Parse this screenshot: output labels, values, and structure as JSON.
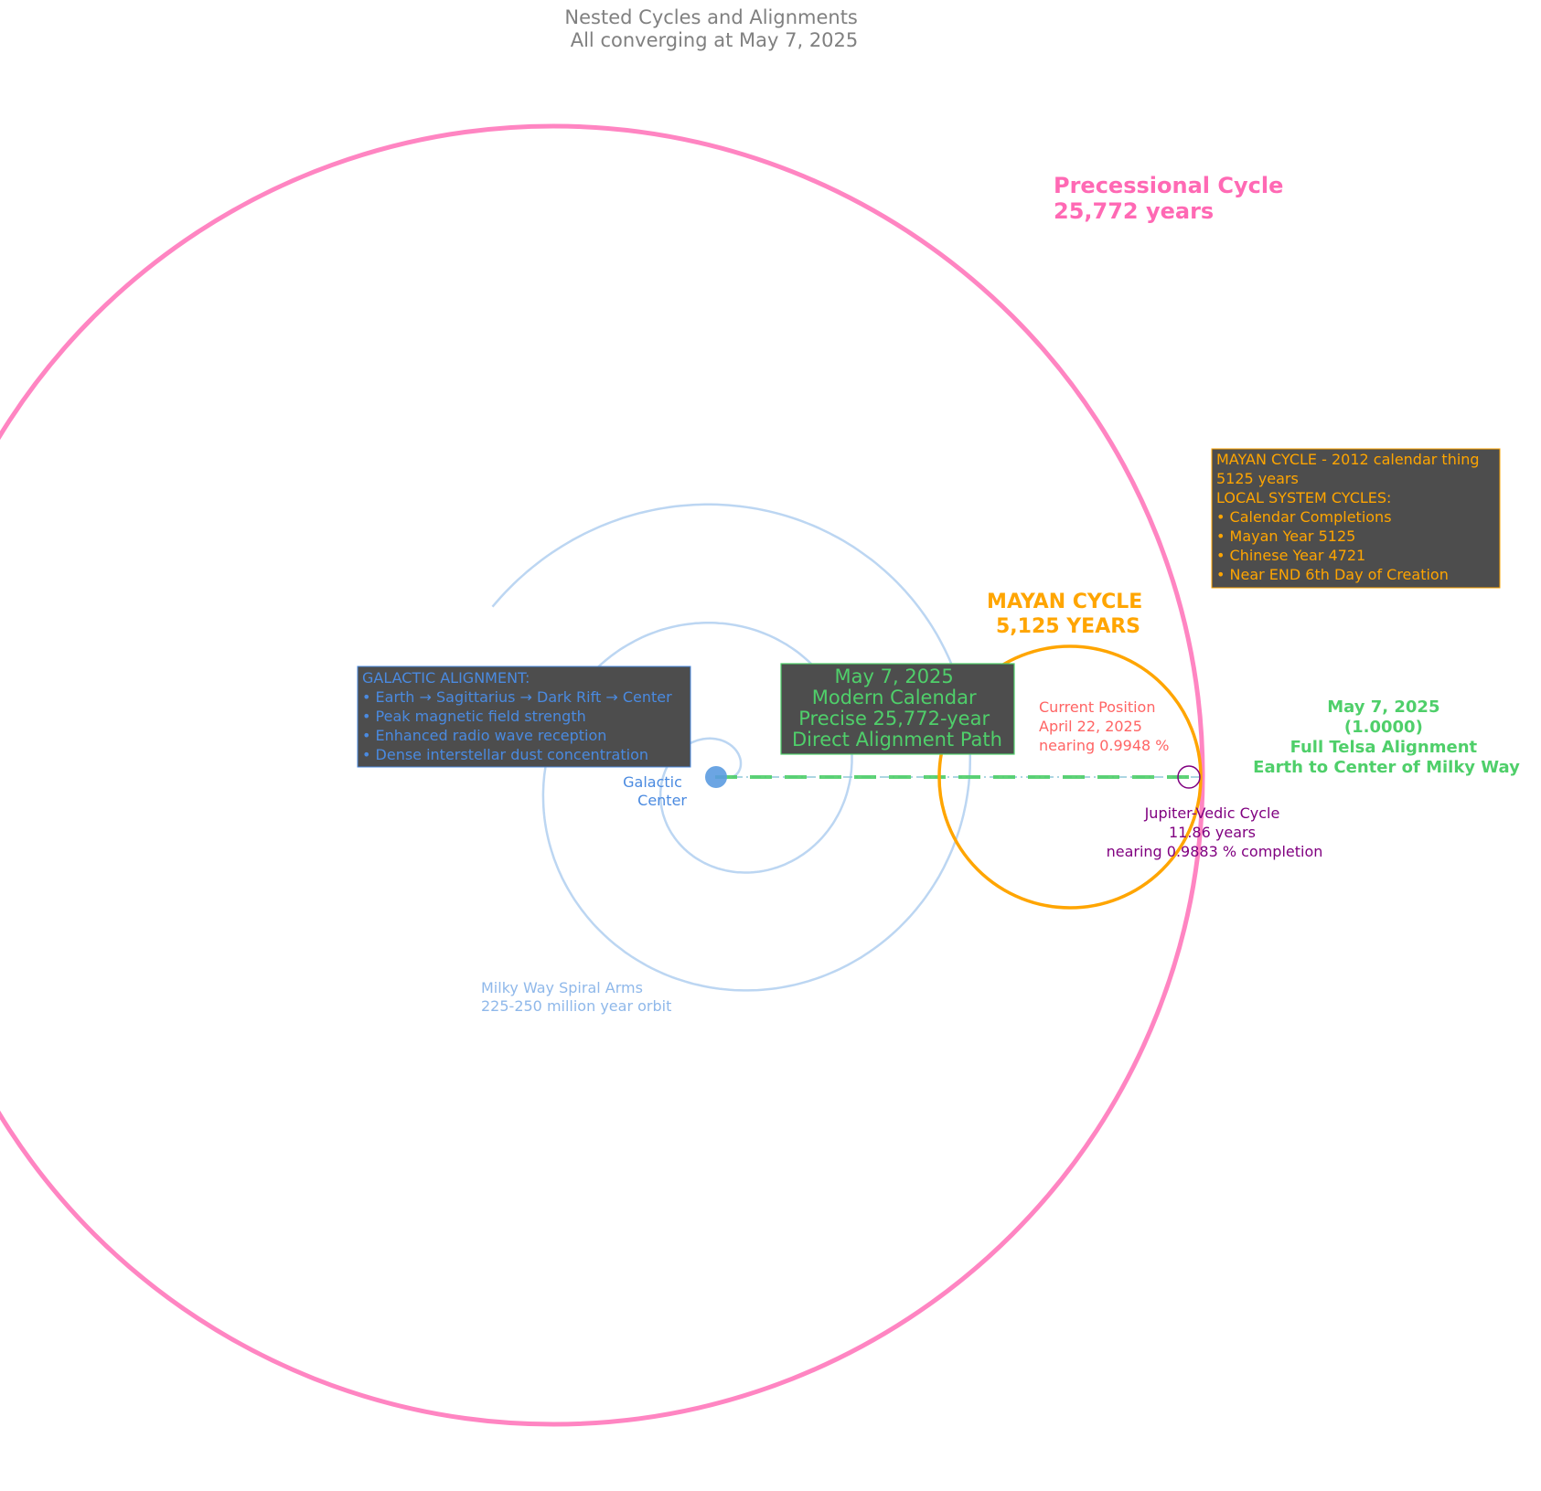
{
  "title": [
    "Nested Cycles and Alignments",
    "All converging at May 7, 2025"
  ],
  "colors": {
    "precession": "#ff85c2",
    "precession_label": "#ff69b4",
    "spiral": "#bcd6f2",
    "galactic_center": "#5b9be0",
    "galactic_text": "#4a8ae0",
    "spiral_label": "#8fb8ea",
    "mayan": "#ffa500",
    "alignment_green": "#4fcf6a",
    "current_position": "#ff6464",
    "jupiter": "#800080",
    "dark_box": "#4d4d4d"
  },
  "precession_label": [
    "Precessional Cycle",
    "25,772 years"
  ],
  "mayan_label": [
    "MAYAN CYCLE",
    "5,125 YEARS"
  ],
  "mayan_box": [
    "MAYAN CYCLE - 2012 calendar thing",
    "5125 years",
    "LOCAL SYSTEM CYCLES:",
    "• Calendar Completions",
    "• Mayan Year 5125",
    "• Chinese Year 4721",
    "• Near END 6th Day of Creation"
  ],
  "galactic_box": [
    "GALACTIC ALIGNMENT:",
    "• Earth → Sagittarius → Dark Rift → Center",
    "• Peak magnetic field strength",
    "• Enhanced radio wave reception",
    "• Dense interstellar dust concentration"
  ],
  "path_box": [
    "May 7, 2025",
    "Modern Calendar",
    "Precise 25,772-year",
    "Direct Alignment Path"
  ],
  "current_position": [
    "Current Position",
    "April 22, 2025",
    "nearing 0.9948 %"
  ],
  "alignment_label": [
    "May 7, 2025",
    "(1.0000)",
    "Full Telsa Alignment",
    "Earth to Center of Milky Way"
  ],
  "jupiter_label": [
    "Jupiter-Vedic Cycle",
    "11.86 years",
    "nearing 0.9883 % completion"
  ],
  "galactic_center_label": [
    "Galactic",
    "Center"
  ],
  "spiral_label": [
    "Milky Way Spiral Arms",
    "225-250 million year orbit"
  ]
}
